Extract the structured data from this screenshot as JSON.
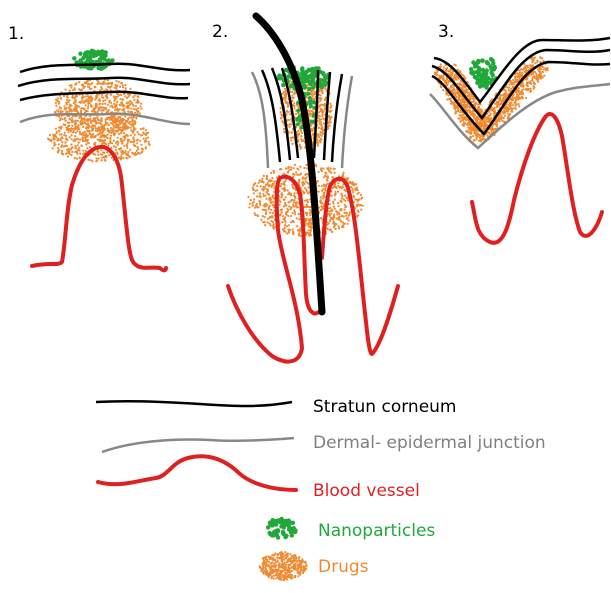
{
  "panels": [
    {
      "number": "1."
    },
    {
      "number": "2."
    },
    {
      "number": "3."
    }
  ],
  "legend": [
    {
      "label": "Stratun corneum",
      "color": "#000000"
    },
    {
      "label": "Dermal- epidermal junction",
      "color": "#808080"
    },
    {
      "label": "Blood vessel",
      "color": "#e02020"
    },
    {
      "label": "Nanoparticles",
      "color": "#22a83a"
    },
    {
      "label": "Drugs",
      "color": "#f08a30"
    }
  ],
  "colors": {
    "stratum": "#000000",
    "junction": "#888888",
    "vessel": "#e02020",
    "nanoparticle": "#22a83a",
    "drug": "#f08a30"
  }
}
